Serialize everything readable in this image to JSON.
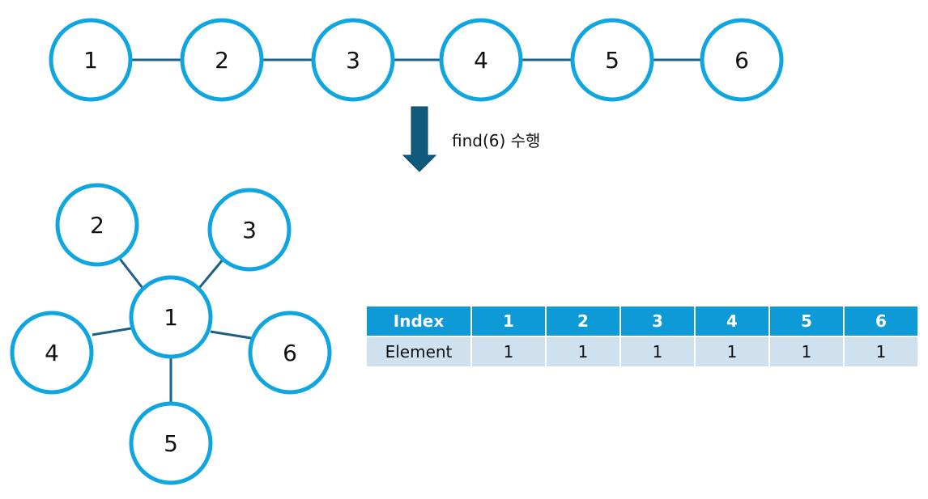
{
  "before": {
    "nodes": [
      "1",
      "2",
      "3",
      "4",
      "5",
      "6"
    ]
  },
  "step": {
    "label": "find(6) 수행"
  },
  "after": {
    "center": "1",
    "leaves": [
      "2",
      "3",
      "4",
      "6",
      "5"
    ]
  },
  "table": {
    "header": [
      "Index",
      "1",
      "2",
      "3",
      "4",
      "5",
      "6"
    ],
    "row": [
      "Element",
      "1",
      "1",
      "1",
      "1",
      "1",
      "1"
    ]
  },
  "colors": {
    "node_stroke": "#0fa5e0",
    "edge": "#1f5f86",
    "arrow": "#105a7c",
    "header_bg": "#0d9ad6",
    "row_bg": "#cfe0ee",
    "changed_text": "#ee1111"
  }
}
